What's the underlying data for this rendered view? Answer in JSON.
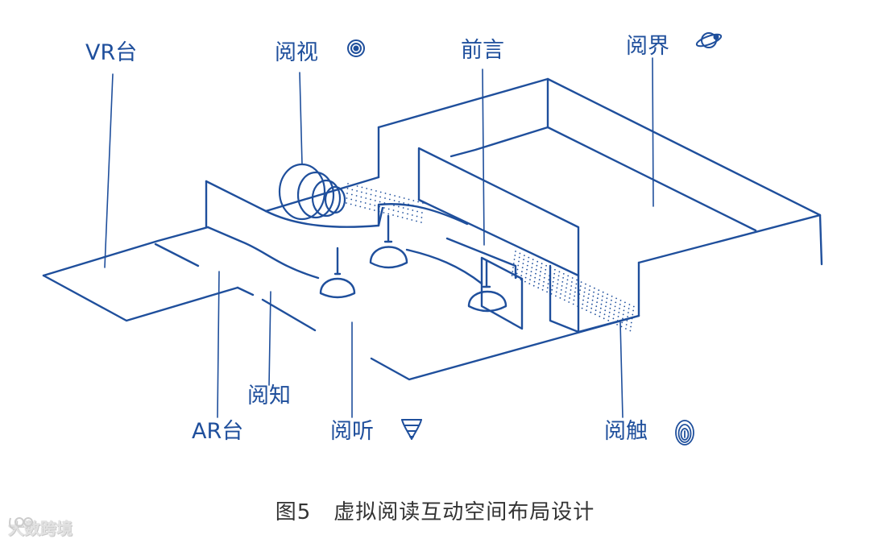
{
  "diagram": {
    "labels": {
      "vr": "VR台",
      "view": "阅视",
      "preface": "前言",
      "world": "阅界",
      "know": "阅知",
      "ar": "AR台",
      "listen": "阅听",
      "touch": "阅触"
    },
    "icons": {
      "view": "eye-icon",
      "world": "planet-icon",
      "listen": "tornado-icon",
      "touch": "fingerprint-icon"
    },
    "stroke_color": "#1f4f9c"
  },
  "caption": {
    "number": "图5",
    "title": "虚拟阅读互动空间布局设计"
  },
  "watermark": "大数跨境"
}
